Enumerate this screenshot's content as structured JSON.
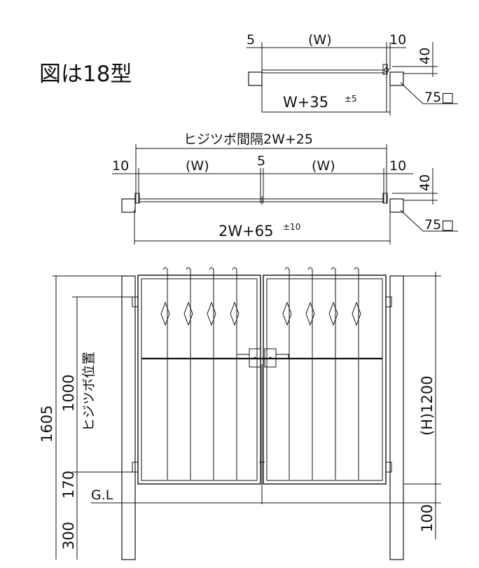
{
  "title": "図は18型",
  "plan_single": {
    "left_gap": "5",
    "width": "(W)",
    "right_gap": "10",
    "depth": "40",
    "total": "W+35",
    "total_tol": "±5",
    "post_size": "75□"
  },
  "plan_double": {
    "pivot_spacing": "ヒジツボ間隔2W+25",
    "left_gap": "10",
    "left_width": "(W)",
    "center_gap": "5",
    "right_width": "(W)",
    "right_gap": "10",
    "depth": "40",
    "total": "2W+65",
    "total_tol": "±10",
    "post_size": "75□"
  },
  "elevation": {
    "total_height": "1605",
    "pivot_position_label": "ヒジツボ位置",
    "pivot_height": "1000",
    "lower": "170",
    "ground_label": "G.L",
    "embed": "300",
    "gate_height": "(H)1200",
    "clearance": "100"
  }
}
